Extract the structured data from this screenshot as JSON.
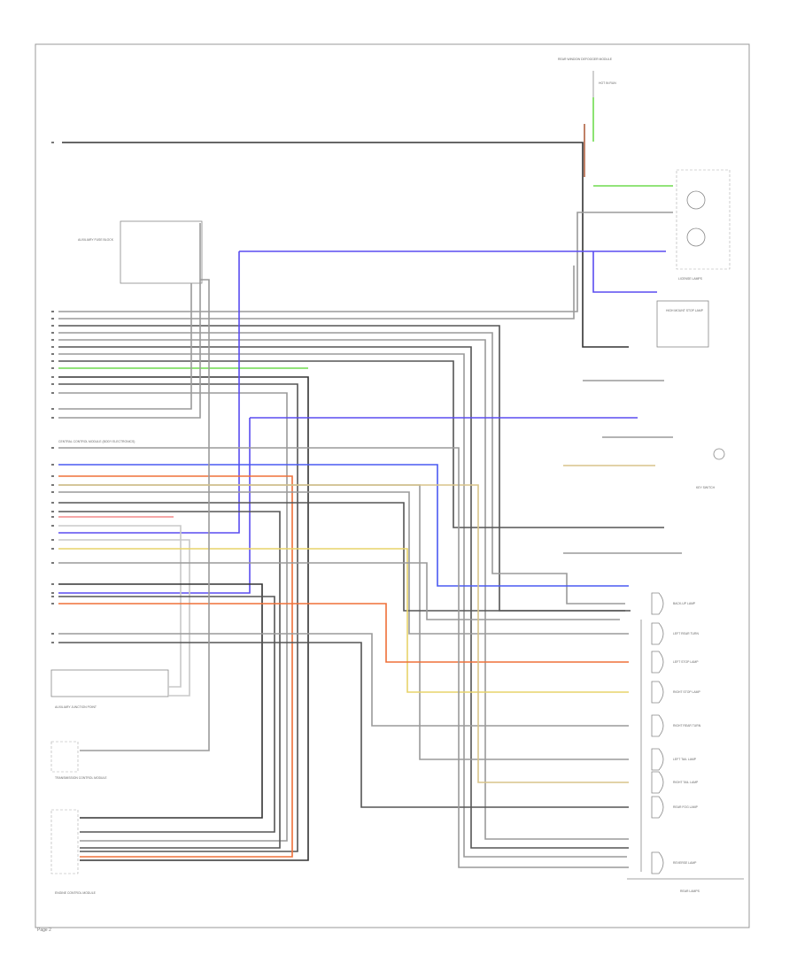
{
  "figure_label": "Page 2",
  "colors": {
    "black": "#333333",
    "dark_gray": "#555555",
    "gray": "#9a9a9a",
    "light_gray": "#c8c8c8",
    "violet": "#5a4cf0",
    "blue": "#4a5af2",
    "green": "#6fdc4e",
    "orange": "#ef7038",
    "pink": "#f48a8a",
    "yellow": "#e7d36a",
    "tan": "#d8c48a",
    "light_green": "#b8ec9a",
    "brown": "#b06040"
  },
  "components": [
    {
      "id": "aux-fuse-block",
      "name": "AUXILIARY FUSE BLOCK"
    },
    {
      "id": "cabin-module",
      "name": "CENTRAL CONTROL MODULE (BODY ELECTRONICS)"
    },
    {
      "id": "rear-window-module",
      "name": "REAR WINDOW DEFOGGER MODULE"
    },
    {
      "id": "aux-junction",
      "name": "AUXILIARY JUNCTION POINT"
    },
    {
      "id": "transmission-module",
      "name": "TRANSMISSION CONTROL MODULE"
    },
    {
      "id": "engine-module",
      "name": "ENGINE CONTROL MODULE"
    },
    {
      "id": "top-splice",
      "name": "HOT IN RUN"
    },
    {
      "id": "license-lamps",
      "name": "LICENSE LAMPS"
    },
    {
      "id": "high-mount-lamp",
      "name": "HIGH MOUNT STOP LAMP"
    },
    {
      "id": "key-switch",
      "name": "KEY SWITCH"
    },
    {
      "id": "rear-lamps",
      "name": "REAR LAMPS"
    }
  ],
  "lamp_labels": [
    "BACK-UP LAMP",
    "LEFT REAR TURN",
    "LEFT STOP LAMP",
    "RIGHT STOP LAMP",
    "RIGHT REAR TURN",
    "LEFT TAIL LAMP",
    "RIGHT TAIL LAMP",
    "REAR FOG LAMP",
    "REVERSE LAMP"
  ]
}
